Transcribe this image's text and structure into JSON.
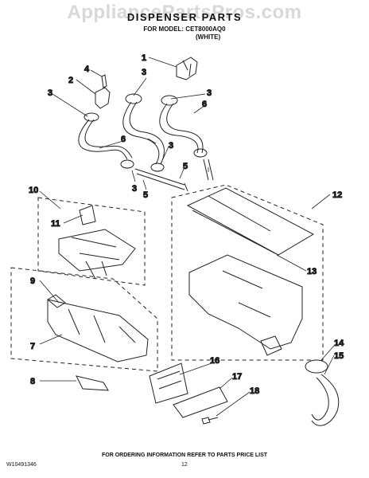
{
  "watermark": "AppliancePartsPros.com",
  "header": {
    "title": "DISPENSER PARTS",
    "model_line": "FOR MODEL: CET8000AQ0",
    "variant": "(WHITE)"
  },
  "callouts": [
    "1",
    "2",
    "3",
    "4",
    "5",
    "6",
    "7",
    "8",
    "9",
    "10",
    "11",
    "12",
    "13",
    "14",
    "15",
    "16",
    "17",
    "18"
  ],
  "footer": {
    "doc_number": "W10491346",
    "instructions": "FOR ORDERING INFORMATION REFER TO PARTS PRICE LIST",
    "page": "12"
  }
}
